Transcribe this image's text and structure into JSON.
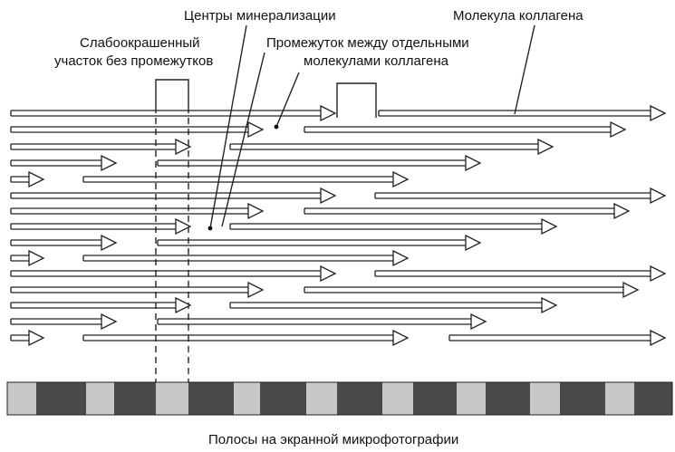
{
  "labels": {
    "mineralization_centers": "Центры минерализации",
    "collagen_molecule": "Молекула коллагена",
    "weakly_stained_1": "Слабоокрашенный",
    "weakly_stained_2": "участок без промежутков",
    "gap_1": "Промежуток между отдельными",
    "gap_2": "молекулами коллагена",
    "stripes_caption": "Полосы на экранной микрофотографии"
  },
  "colors": {
    "light_band": "#c8c8c8",
    "dark_band": "#4a4a4a",
    "line": "#222222"
  }
}
